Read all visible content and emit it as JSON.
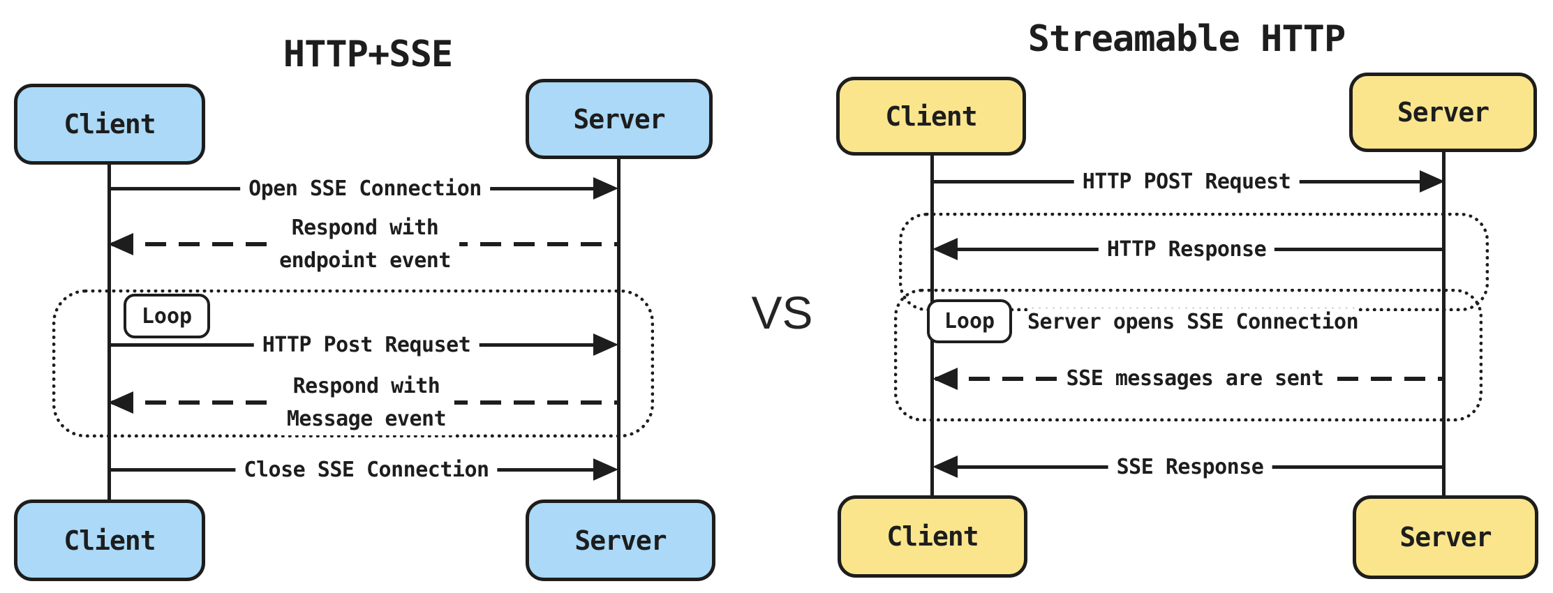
{
  "vs_label": "VS",
  "colors": {
    "stroke": "#1d1d1d",
    "left_actor_fill": "#abd9f7",
    "right_actor_fill": "#fae58d"
  },
  "left_diagram": {
    "title": "HTTP+SSE",
    "actors": {
      "top_left": "Client",
      "top_right": "Server",
      "bottom_left": "Client",
      "bottom_right": "Server"
    },
    "loop_label": "Loop",
    "messages": [
      {
        "text": "Open SSE Connection",
        "style": "solid",
        "direction": "client-to-server"
      },
      {
        "lines": [
          "Respond with",
          "endpoint event"
        ],
        "style": "dashed",
        "direction": "server-to-client"
      },
      {
        "text": "HTTP Post Requset",
        "style": "solid",
        "direction": "client-to-server",
        "in_loop": true
      },
      {
        "lines": [
          "Respond with",
          "Message event"
        ],
        "style": "dashed",
        "direction": "server-to-client",
        "in_loop": true
      },
      {
        "text": "Close SSE Connection",
        "style": "solid",
        "direction": "client-to-server"
      }
    ]
  },
  "right_diagram": {
    "title": "Streamable HTTP",
    "actors": {
      "top_left": "Client",
      "top_right": "Server",
      "bottom_left": "Client",
      "bottom_right": "Server"
    },
    "loop_label": "Loop",
    "loop_title": "Server opens SSE Connection",
    "messages": [
      {
        "text": "HTTP POST Request",
        "style": "solid",
        "direction": "client-to-server"
      },
      {
        "text": "HTTP Response",
        "style": "solid",
        "direction": "server-to-client"
      },
      {
        "text": "SSE messages are sent",
        "style": "dashed",
        "direction": "server-to-client",
        "in_loop": true
      },
      {
        "text": "SSE Response",
        "style": "solid",
        "direction": "server-to-client"
      }
    ]
  }
}
